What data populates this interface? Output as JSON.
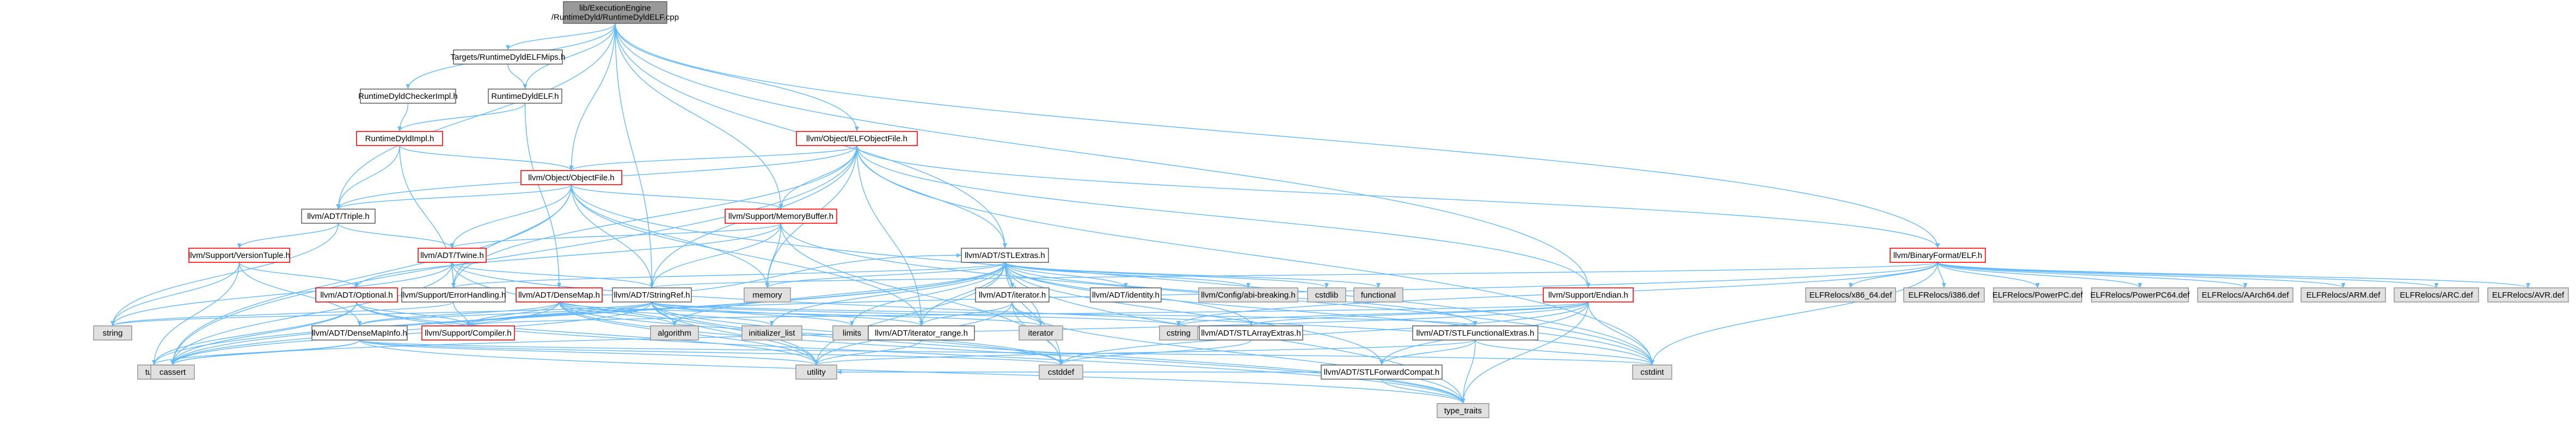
{
  "colors": {
    "root_fill": "#999999",
    "root_border": "#666666",
    "normal_fill": "#ffffff",
    "normal_border": "#666666",
    "error_fill": "#ffffff",
    "error_border": "#ff0000",
    "system_fill": "#e0e0e0",
    "system_border": "#999999",
    "edge": "#63b8ff"
  },
  "nodes": [
    {
      "id": "root",
      "kind": "root",
      "lines": [
        "lib/ExecutionEngine",
        "/RuntimeDyld/RuntimeDyldELF.cpp"
      ]
    },
    {
      "id": "targets_mips",
      "kind": "normal",
      "lines": [
        "Targets/RuntimeDyldELFMips.h"
      ]
    },
    {
      "id": "rt_dyld_checker_impl",
      "kind": "normal",
      "lines": [
        "RuntimeDyldCheckerImpl.h"
      ]
    },
    {
      "id": "rt_dyld_elf_h",
      "kind": "normal",
      "lines": [
        "RuntimeDyldELF.h"
      ]
    },
    {
      "id": "rt_dyld_impl",
      "kind": "error",
      "lines": [
        "RuntimeDyldImpl.h"
      ]
    },
    {
      "id": "elf_object_file",
      "kind": "error",
      "lines": [
        "llvm/Object/ELFObjectFile.h"
      ]
    },
    {
      "id": "object_file",
      "kind": "error",
      "lines": [
        "llvm/Object/ObjectFile.h"
      ]
    },
    {
      "id": "triple",
      "kind": "normal",
      "lines": [
        "llvm/ADT/Triple.h"
      ]
    },
    {
      "id": "memory_buffer",
      "kind": "error",
      "lines": [
        "llvm/Support/MemoryBuffer.h"
      ]
    },
    {
      "id": "version_tuple",
      "kind": "error",
      "lines": [
        "llvm/Support/VersionTuple.h"
      ]
    },
    {
      "id": "twine",
      "kind": "error",
      "lines": [
        "llvm/ADT/Twine.h"
      ]
    },
    {
      "id": "stl_extras",
      "kind": "normal",
      "lines": [
        "llvm/ADT/STLExtras.h"
      ]
    },
    {
      "id": "binary_format_elf",
      "kind": "error",
      "lines": [
        "llvm/BinaryFormat/ELF.h"
      ]
    },
    {
      "id": "optional",
      "kind": "error",
      "lines": [
        "llvm/ADT/Optional.h"
      ]
    },
    {
      "id": "error_handling",
      "kind": "normal",
      "lines": [
        "llvm/Support/ErrorHandling.h"
      ]
    },
    {
      "id": "dense_map",
      "kind": "error",
      "lines": [
        "llvm/ADT/DenseMap.h"
      ]
    },
    {
      "id": "string_ref",
      "kind": "normal",
      "lines": [
        "llvm/ADT/StringRef.h"
      ]
    },
    {
      "id": "memory",
      "kind": "system",
      "lines": [
        "memory"
      ]
    },
    {
      "id": "adt_iterator",
      "kind": "normal",
      "lines": [
        "llvm/ADT/iterator.h"
      ]
    },
    {
      "id": "identity",
      "kind": "normal",
      "lines": [
        "llvm/ADT/identity.h"
      ]
    },
    {
      "id": "abi_breaking",
      "kind": "system",
      "lines": [
        "llvm/Config/abi-breaking.h"
      ]
    },
    {
      "id": "cstdlib",
      "kind": "system",
      "lines": [
        "cstdlib"
      ]
    },
    {
      "id": "functional",
      "kind": "system",
      "lines": [
        "functional"
      ]
    },
    {
      "id": "endian",
      "kind": "error",
      "lines": [
        "llvm/Support/Endian.h"
      ]
    },
    {
      "id": "string",
      "kind": "system",
      "lines": [
        "string"
      ]
    },
    {
      "id": "compiler",
      "kind": "error",
      "lines": [
        "llvm/Support/Compiler.h"
      ]
    },
    {
      "id": "dense_map_info",
      "kind": "normal",
      "lines": [
        "llvm/ADT/DenseMapInfo.h"
      ]
    },
    {
      "id": "algorithm",
      "kind": "system",
      "lines": [
        "algorithm"
      ]
    },
    {
      "id": "initializer_list",
      "kind": "system",
      "lines": [
        "initializer_list"
      ]
    },
    {
      "id": "limits",
      "kind": "system",
      "lines": [
        "limits"
      ]
    },
    {
      "id": "iterator_range",
      "kind": "normal",
      "lines": [
        "llvm/ADT/iterator_range.h"
      ]
    },
    {
      "id": "iterator_std",
      "kind": "system",
      "lines": [
        "iterator"
      ]
    },
    {
      "id": "cstring",
      "kind": "system",
      "lines": [
        "cstring"
      ]
    },
    {
      "id": "stl_array_extras",
      "kind": "normal",
      "lines": [
        "llvm/ADT/STLArrayExtras.h"
      ]
    },
    {
      "id": "stl_functional_extras",
      "kind": "normal",
      "lines": [
        "llvm/ADT/STLFunctionalExtras.h"
      ]
    },
    {
      "id": "tuple",
      "kind": "system",
      "lines": [
        "tuple"
      ]
    },
    {
      "id": "cassert",
      "kind": "system",
      "lines": [
        "cassert"
      ]
    },
    {
      "id": "utility",
      "kind": "system",
      "lines": [
        "utility"
      ]
    },
    {
      "id": "cstddef",
      "kind": "system",
      "lines": [
        "cstddef"
      ]
    },
    {
      "id": "stl_forward_compat",
      "kind": "normal",
      "lines": [
        "llvm/ADT/STLForwardCompat.h"
      ]
    },
    {
      "id": "cstdint",
      "kind": "system",
      "lines": [
        "cstdint"
      ]
    },
    {
      "id": "type_traits",
      "kind": "system",
      "lines": [
        "type_traits"
      ]
    },
    {
      "id": "elf_x86_64",
      "kind": "system",
      "lines": [
        "ELFRelocs/x86_64.def"
      ]
    },
    {
      "id": "elf_i386",
      "kind": "system",
      "lines": [
        "ELFRelocs/i386.def"
      ]
    },
    {
      "id": "elf_ppc",
      "kind": "system",
      "lines": [
        "ELFRelocs/PowerPC.def"
      ]
    },
    {
      "id": "elf_ppc64",
      "kind": "system",
      "lines": [
        "ELFRelocs/PowerPC64.def"
      ]
    },
    {
      "id": "elf_aarch64",
      "kind": "system",
      "lines": [
        "ELFRelocs/AArch64.def"
      ]
    },
    {
      "id": "elf_arm",
      "kind": "system",
      "lines": [
        "ELFRelocs/ARM.def"
      ]
    },
    {
      "id": "elf_arc",
      "kind": "system",
      "lines": [
        "ELFRelocs/ARC.def"
      ]
    },
    {
      "id": "elf_avr",
      "kind": "system",
      "lines": [
        "ELFRelocs/AVR.def"
      ]
    }
  ],
  "edges": [
    [
      "root",
      "targets_mips"
    ],
    [
      "root",
      "rt_dyld_checker_impl"
    ],
    [
      "root",
      "rt_dyld_elf_h"
    ],
    [
      "root",
      "elf_object_file"
    ],
    [
      "root",
      "object_file"
    ],
    [
      "root",
      "triple"
    ],
    [
      "root",
      "memory_buffer"
    ],
    [
      "root",
      "stl_extras"
    ],
    [
      "root",
      "string_ref"
    ],
    [
      "root",
      "endian"
    ],
    [
      "root",
      "binary_format_elf"
    ],
    [
      "targets_mips",
      "rt_dyld_elf_h"
    ],
    [
      "rt_dyld_checker_impl",
      "rt_dyld_impl"
    ],
    [
      "rt_dyld_elf_h",
      "rt_dyld_impl"
    ],
    [
      "rt_dyld_elf_h",
      "dense_map"
    ],
    [
      "rt_dyld_impl",
      "object_file"
    ],
    [
      "rt_dyld_impl",
      "triple"
    ],
    [
      "rt_dyld_impl",
      "error_handling"
    ],
    [
      "elf_object_file",
      "object_file"
    ],
    [
      "elf_object_file",
      "triple"
    ],
    [
      "elf_object_file",
      "memory_buffer"
    ],
    [
      "elf_object_file",
      "stl_extras"
    ],
    [
      "elf_object_file",
      "string_ref"
    ],
    [
      "elf_object_file",
      "binary_format_elf"
    ],
    [
      "elf_object_file",
      "endian"
    ],
    [
      "elf_object_file",
      "error_handling"
    ],
    [
      "elf_object_file",
      "iterator_range"
    ],
    [
      "elf_object_file",
      "cassert"
    ],
    [
      "elf_object_file",
      "cstdint"
    ],
    [
      "elf_object_file",
      "memory"
    ],
    [
      "object_file",
      "triple"
    ],
    [
      "object_file",
      "memory_buffer"
    ],
    [
      "object_file",
      "string_ref"
    ],
    [
      "object_file",
      "error_handling"
    ],
    [
      "object_file",
      "iterator_range"
    ],
    [
      "object_file",
      "memory"
    ],
    [
      "object_file",
      "cassert"
    ],
    [
      "object_file",
      "cstdint"
    ],
    [
      "object_file",
      "twine"
    ],
    [
      "triple",
      "version_tuple"
    ],
    [
      "triple",
      "twine"
    ],
    [
      "triple",
      "string"
    ],
    [
      "memory_buffer",
      "twine"
    ],
    [
      "memory_buffer",
      "string_ref"
    ],
    [
      "memory_buffer",
      "memory"
    ],
    [
      "memory_buffer",
      "cstddef"
    ],
    [
      "memory_buffer",
      "cstdint"
    ],
    [
      "memory_buffer",
      "optional"
    ],
    [
      "version_tuple",
      "optional"
    ],
    [
      "version_tuple",
      "dense_map_info"
    ],
    [
      "version_tuple",
      "string"
    ],
    [
      "version_tuple",
      "tuple"
    ],
    [
      "twine",
      "string_ref"
    ],
    [
      "twine",
      "error_handling"
    ],
    [
      "twine",
      "cassert"
    ],
    [
      "twine",
      "cstdint"
    ],
    [
      "twine",
      "string"
    ],
    [
      "twine",
      "utility"
    ],
    [
      "stl_extras",
      "adt_iterator"
    ],
    [
      "stl_extras",
      "identity"
    ],
    [
      "stl_extras",
      "abi_breaking"
    ],
    [
      "stl_extras",
      "cstdlib"
    ],
    [
      "stl_extras",
      "functional"
    ],
    [
      "stl_extras",
      "stl_array_extras"
    ],
    [
      "stl_extras",
      "stl_forward_compat"
    ],
    [
      "stl_extras",
      "stl_functional_extras"
    ],
    [
      "stl_extras",
      "iterator_range"
    ],
    [
      "stl_extras",
      "error_handling"
    ],
    [
      "stl_extras",
      "algorithm"
    ],
    [
      "stl_extras",
      "cassert"
    ],
    [
      "stl_extras",
      "cstddef"
    ],
    [
      "stl_extras",
      "cstdint"
    ],
    [
      "stl_extras",
      "initializer_list"
    ],
    [
      "stl_extras",
      "iterator_std"
    ],
    [
      "stl_extras",
      "limits"
    ],
    [
      "stl_extras",
      "memory"
    ],
    [
      "stl_extras",
      "tuple"
    ],
    [
      "stl_extras",
      "type_traits"
    ],
    [
      "stl_extras",
      "utility"
    ],
    [
      "binary_format_elf",
      "elf_x86_64"
    ],
    [
      "binary_format_elf",
      "elf_i386"
    ],
    [
      "binary_format_elf",
      "elf_ppc"
    ],
    [
      "binary_format_elf",
      "elf_ppc64"
    ],
    [
      "binary_format_elf",
      "elf_aarch64"
    ],
    [
      "binary_format_elf",
      "elf_arm"
    ],
    [
      "binary_format_elf",
      "elf_arc"
    ],
    [
      "binary_format_elf",
      "elf_avr"
    ],
    [
      "binary_format_elf",
      "compiler"
    ],
    [
      "binary_format_elf",
      "string_ref"
    ],
    [
      "binary_format_elf",
      "cstdint"
    ],
    [
      "binary_format_elf",
      "cstring"
    ],
    [
      "optional",
      "compiler"
    ],
    [
      "optional",
      "cassert"
    ],
    [
      "optional",
      "tuple"
    ],
    [
      "optional",
      "utility"
    ],
    [
      "optional",
      "type_traits"
    ],
    [
      "error_handling",
      "compiler"
    ],
    [
      "error_handling",
      "string"
    ],
    [
      "dense_map",
      "dense_map_info"
    ],
    [
      "dense_map",
      "compiler"
    ],
    [
      "dense_map",
      "algorithm"
    ],
    [
      "dense_map",
      "cassert"
    ],
    [
      "dense_map",
      "cstddef"
    ],
    [
      "dense_map",
      "initializer_list"
    ],
    [
      "dense_map",
      "iterator_std"
    ],
    [
      "dense_map",
      "type_traits"
    ],
    [
      "dense_map",
      "utility"
    ],
    [
      "dense_map",
      "stl_extras"
    ],
    [
      "string_ref",
      "dense_map_info"
    ],
    [
      "string_ref",
      "compiler"
    ],
    [
      "string_ref",
      "iterator_range"
    ],
    [
      "string_ref",
      "stl_functional_extras"
    ],
    [
      "string_ref",
      "algorithm"
    ],
    [
      "string_ref",
      "cassert"
    ],
    [
      "string_ref",
      "cstddef"
    ],
    [
      "string_ref",
      "cstring"
    ],
    [
      "string_ref",
      "limits"
    ],
    [
      "string_ref",
      "string"
    ],
    [
      "string_ref",
      "type_traits"
    ],
    [
      "string_ref",
      "utility"
    ],
    [
      "adt_iterator",
      "iterator_range"
    ],
    [
      "adt_iterator",
      "cstddef"
    ],
    [
      "adt_iterator",
      "iterator_std"
    ],
    [
      "adt_iterator",
      "type_traits"
    ],
    [
      "adt_iterator",
      "utility"
    ],
    [
      "endian",
      "compiler"
    ],
    [
      "endian",
      "cassert"
    ],
    [
      "endian",
      "cstddef"
    ],
    [
      "endian",
      "cstdint"
    ],
    [
      "endian",
      "cstring"
    ],
    [
      "endian",
      "type_traits"
    ],
    [
      "endian",
      "stl_array_extras"
    ],
    [
      "endian",
      "stl_forward_compat"
    ],
    [
      "dense_map_info",
      "cassert"
    ],
    [
      "dense_map_info",
      "cstddef"
    ],
    [
      "dense_map_info",
      "cstdint"
    ],
    [
      "dense_map_info",
      "tuple"
    ],
    [
      "dense_map_info",
      "type_traits"
    ],
    [
      "dense_map_info",
      "utility"
    ],
    [
      "iterator_range",
      "utility"
    ],
    [
      "stl_array_extras",
      "cstddef"
    ],
    [
      "stl_functional_extras",
      "stl_forward_compat"
    ],
    [
      "stl_functional_extras",
      "cstdint"
    ],
    [
      "stl_functional_extras",
      "type_traits"
    ],
    [
      "stl_functional_extras",
      "utility"
    ],
    [
      "stl_forward_compat",
      "type_traits"
    ],
    [
      "stl_forward_compat",
      "utility"
    ]
  ]
}
